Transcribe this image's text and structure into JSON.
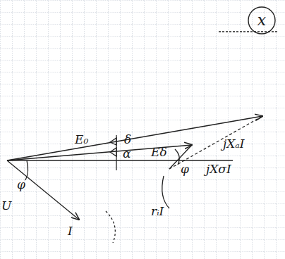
{
  "diagram": {
    "nodes": [
      {
        "text": [
          "x"
        ]
      }
    ],
    "labels": [
      "E₀",
      "δ",
      "jXₐI",
      "α",
      "Eδ",
      "φ",
      "jXσI",
      "φ",
      "I",
      "U",
      "rᵢI"
    ]
  }
}
